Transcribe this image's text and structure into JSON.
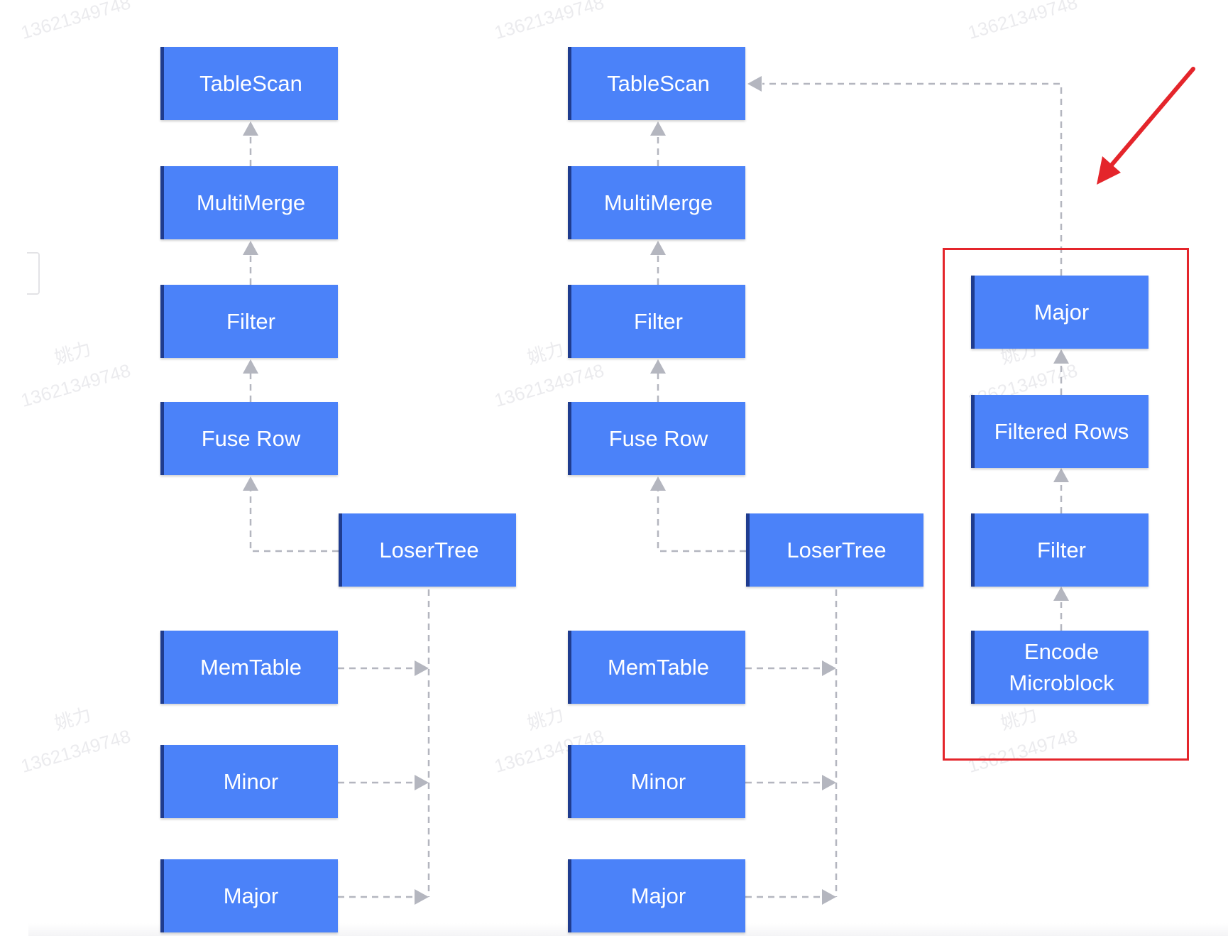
{
  "watermark": {
    "number": "13621349748",
    "name": "姚力"
  },
  "colors": {
    "node_fill": "#4b82f9",
    "node_edge": "#1f3c8f",
    "node_text": "#ffffff",
    "connector": "#b4b6bf",
    "highlight": "#e4252b"
  },
  "diagram": {
    "nodes": [
      {
        "id": "l-tablescan",
        "label": "TableScan"
      },
      {
        "id": "l-multimerge",
        "label": "MultiMerge"
      },
      {
        "id": "l-filter",
        "label": "Filter"
      },
      {
        "id": "l-fuserow",
        "label": "Fuse Row"
      },
      {
        "id": "l-losertree",
        "label": "LoserTree"
      },
      {
        "id": "l-memtable",
        "label": "MemTable"
      },
      {
        "id": "l-minor",
        "label": "Minor"
      },
      {
        "id": "l-major",
        "label": "Major"
      },
      {
        "id": "m-tablescan",
        "label": "TableScan"
      },
      {
        "id": "m-multimerge",
        "label": "MultiMerge"
      },
      {
        "id": "m-filter",
        "label": "Filter"
      },
      {
        "id": "m-fuserow",
        "label": "Fuse Row"
      },
      {
        "id": "m-losertree",
        "label": "LoserTree"
      },
      {
        "id": "m-memtable",
        "label": "MemTable"
      },
      {
        "id": "m-minor",
        "label": "Minor"
      },
      {
        "id": "m-major",
        "label": "Major"
      },
      {
        "id": "r-major",
        "label": "Major"
      },
      {
        "id": "r-filteredrows",
        "label": "Filtered Rows"
      },
      {
        "id": "r-filter",
        "label": "Filter"
      },
      {
        "id": "r-encode",
        "label": "Encode Microblock"
      }
    ],
    "edges": [
      {
        "from": "l-multimerge",
        "to": "l-tablescan"
      },
      {
        "from": "l-filter",
        "to": "l-multimerge"
      },
      {
        "from": "l-fuserow",
        "to": "l-filter"
      },
      {
        "from": "l-losertree",
        "to": "l-fuserow"
      },
      {
        "from": "l-memtable",
        "to": "l-losertree"
      },
      {
        "from": "l-minor",
        "to": "l-losertree"
      },
      {
        "from": "l-major",
        "to": "l-losertree"
      },
      {
        "from": "m-multimerge",
        "to": "m-tablescan"
      },
      {
        "from": "m-filter",
        "to": "m-multimerge"
      },
      {
        "from": "m-fuserow",
        "to": "m-filter"
      },
      {
        "from": "m-losertree",
        "to": "m-fuserow"
      },
      {
        "from": "m-memtable",
        "to": "m-losertree"
      },
      {
        "from": "m-minor",
        "to": "m-losertree"
      },
      {
        "from": "m-major",
        "to": "m-losertree"
      },
      {
        "from": "r-encode",
        "to": "r-filter"
      },
      {
        "from": "r-filter",
        "to": "r-filteredrows"
      },
      {
        "from": "r-filteredrows",
        "to": "r-major"
      },
      {
        "from": "r-major",
        "to": "m-tablescan"
      }
    ]
  }
}
